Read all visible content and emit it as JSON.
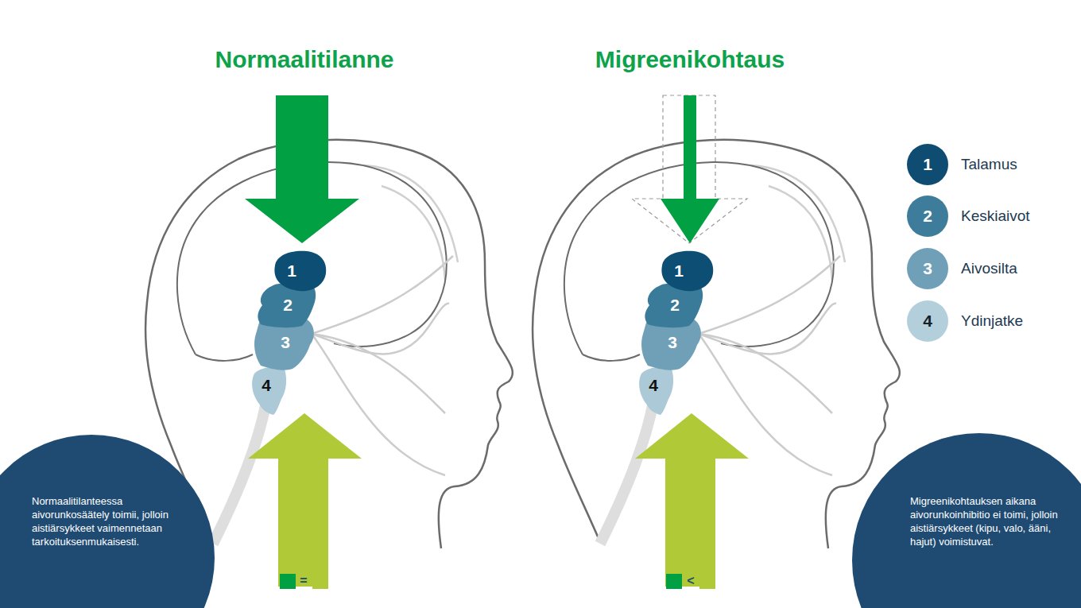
{
  "diagram": {
    "nodes": [
      {
        "text": [
          "1"
        ]
      },
      {
        "text": [
          "2"
        ]
      },
      {
        "text": [
          "3"
        ]
      },
      {
        "text": [
          "4"
        ]
      },
      {
        "text": [
          "1"
        ]
      },
      {
        "text": [
          "2"
        ]
      },
      {
        "text": [
          "3"
        ]
      },
      {
        "text": [
          "4"
        ]
      },
      {
        "text": [
          "1",
          "Talamus"
        ]
      },
      {
        "text": [
          "2",
          "Keskiaivot"
        ]
      },
      {
        "text": [
          "3",
          "Aivosilta"
        ]
      },
      {
        "text": [
          "4",
          "Ydinjatke"
        ]
      },
      {
        "text": [
          "Normaalitilanteessa aivorunkosäätely toimii, jolloin aistiärsykkeet vaimennetaan tarkoituksenmukaisesti."
        ]
      },
      {
        "text": [
          "Migreenikohtauksen aikana aivorunkoinhibitio ei toimi, jolloin aistiärsykkeet (kipu, valo, ääni, hajut) voimistuvat."
        ]
      }
    ],
    "labels": [
      "Normaalitilanne",
      "Migreenikohtaus",
      "=",
      "<"
    ]
  }
}
